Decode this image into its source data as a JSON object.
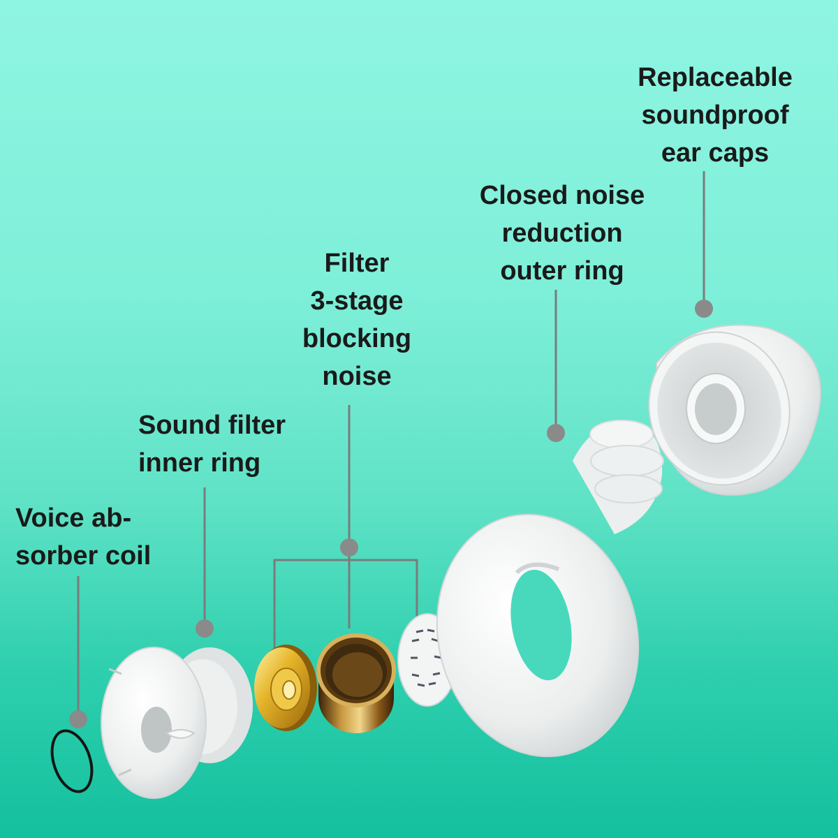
{
  "labels": {
    "caps": [
      "Replaceable",
      "soundproof",
      "ear caps"
    ],
    "outer": [
      "Closed noise",
      "reduction",
      "outer ring"
    ],
    "filter": [
      "Filter",
      "3-stage",
      "blocking",
      "noise"
    ],
    "inner": [
      "Sound filter",
      "inner ring"
    ],
    "coil": [
      "Voice ab-",
      "sorber coil"
    ]
  },
  "colors": {
    "background_top": "#8ff5e2",
    "background_bottom": "#14c09e",
    "part_white": "#f2f3f3",
    "leader_line": "#7b7b7b",
    "gold": "#d9a21e",
    "bronze": "#9a6a2a"
  }
}
